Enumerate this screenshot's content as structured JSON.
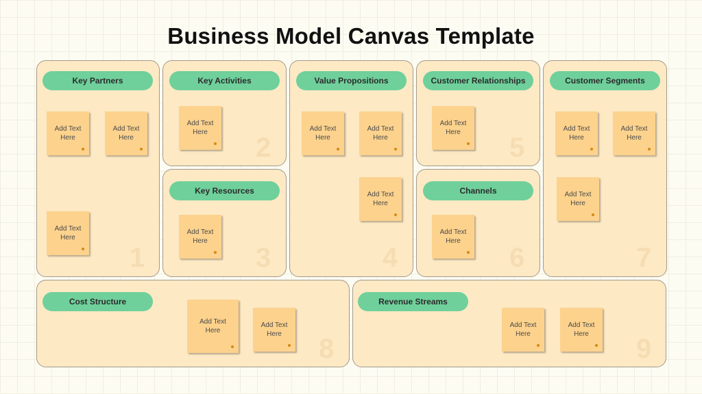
{
  "title": "Business Model Canvas Template",
  "note_text": "Add Text Here",
  "colors": {
    "block_fill": "#fde9c4",
    "block_border": "#a39a8a",
    "pill_fill": "#6fd09b",
    "note_fill": "#fcd28d",
    "note_dot": "#d58a12",
    "number": "#f6dcb2"
  },
  "sections": [
    {
      "label": "Key Partners",
      "number": "1"
    },
    {
      "label": "Key Activities",
      "number": "2"
    },
    {
      "label": "Key Resources",
      "number": "3"
    },
    {
      "label": "Value Propositions",
      "number": "4"
    },
    {
      "label": "Customer Relationships",
      "number": "5"
    },
    {
      "label": "Channels",
      "number": "6"
    },
    {
      "label": "Customer Segments",
      "number": "7"
    },
    {
      "label": "Cost Structure",
      "number": "8"
    },
    {
      "label": "Revenue Streams",
      "number": "9"
    }
  ]
}
